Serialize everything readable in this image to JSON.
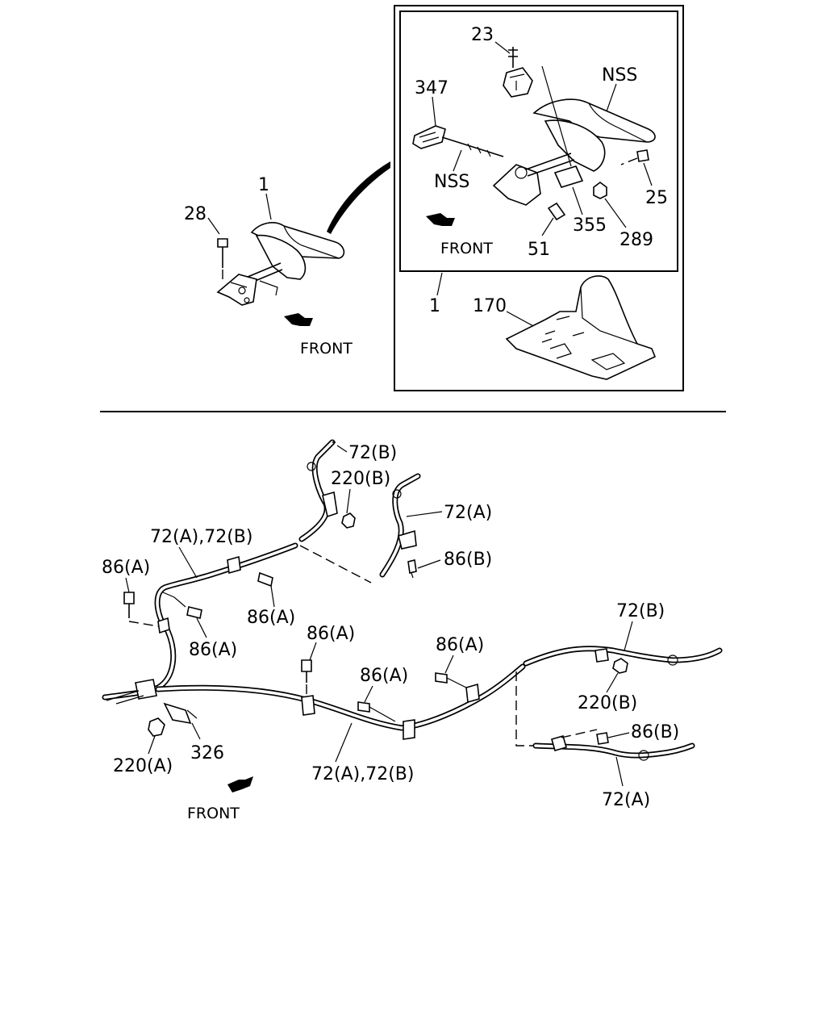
{
  "labels": {
    "c28": "28",
    "c1_top": "1",
    "c_front_1": "FRONT",
    "c23": "23",
    "c347": "347",
    "c_nss_1": "NSS",
    "c_nss_2": "NSS",
    "c25": "25",
    "c355": "355",
    "c289": "289",
    "c51": "51",
    "c_front_2": "FRONT",
    "c1_box": "1",
    "c170": "170",
    "c72b_1": "72(B)",
    "c220b_1": "220(B)",
    "c72a_1": "72(A)",
    "c72ab_1": "72(A),72(B)",
    "c86b_1": "86(B)",
    "c86a_1": "86(A)",
    "c86a_2": "86(A)",
    "c86a_3": "86(A)",
    "c86a_4": "86(A)",
    "c86a_5": "86(A)",
    "c86a_6": "86(A)",
    "c72b_2": "72(B)",
    "c220b_2": "220(B)",
    "c86b_2": "86(B)",
    "c72a_2": "72(A)",
    "c220a": "220(A)",
    "c326": "326",
    "c72ab_2": "72(A),72(B)",
    "c_front_3": "FRONT"
  }
}
